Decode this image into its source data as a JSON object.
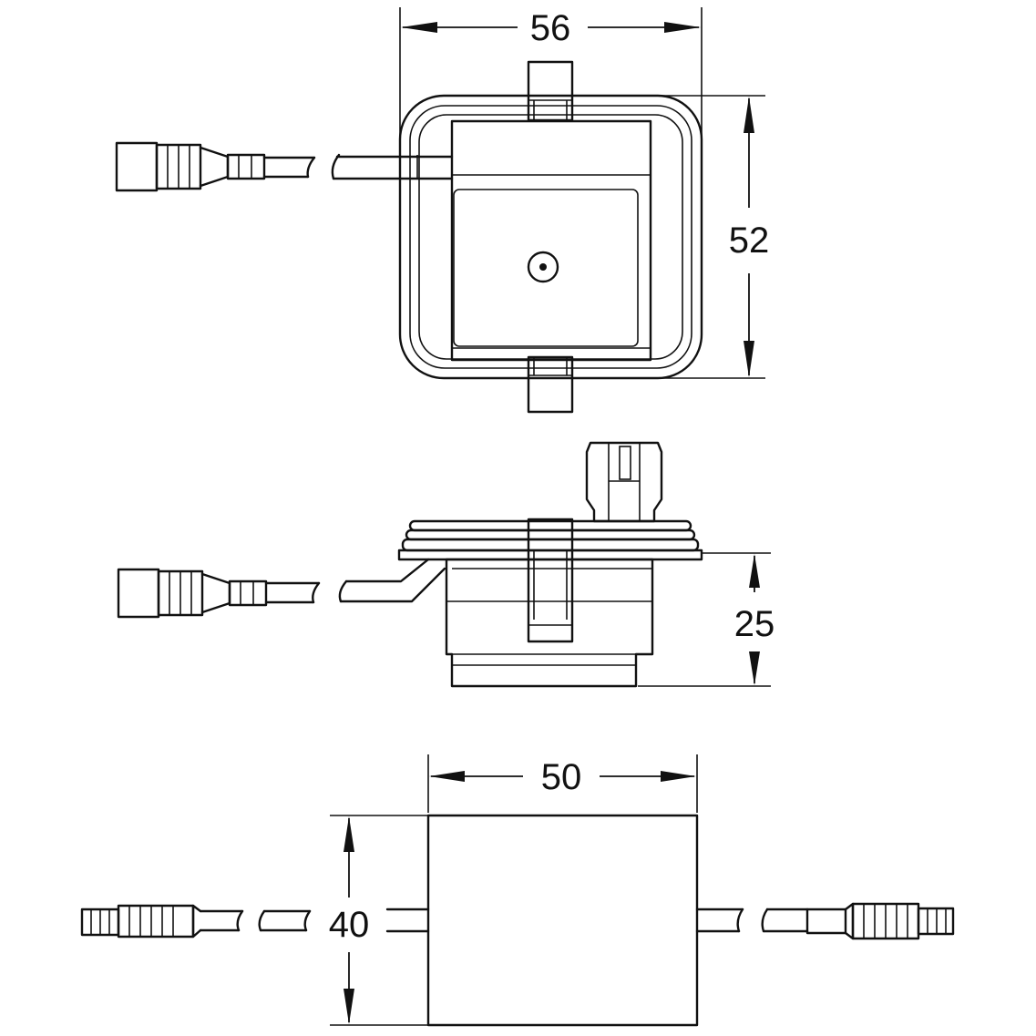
{
  "dimensions": {
    "top_width": "56",
    "top_height": "52",
    "side_height": "25",
    "bottom_width": "50",
    "bottom_height": "40"
  }
}
